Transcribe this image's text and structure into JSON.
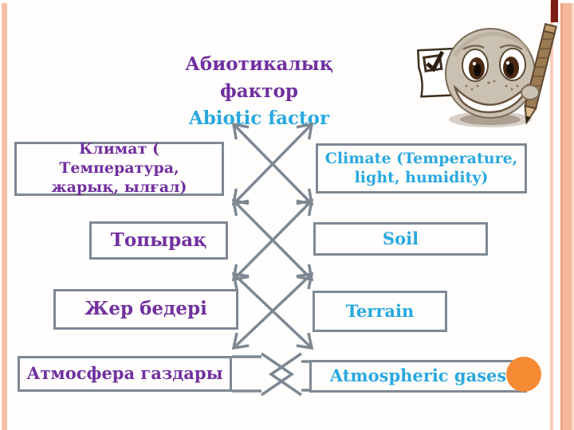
{
  "slide": {
    "title": {
      "line1_kk": "Абиотикалық",
      "line2_kk": "фактор",
      "line3_en": "Abiotic factor"
    },
    "rows": [
      {
        "id": "climate",
        "left": "Климат ( Температура,\nжарық, ылғал)",
        "right": "Climate (Temperature,\nlight, humidity)"
      },
      {
        "id": "soil",
        "left": "Топырақ",
        "right": "Soil"
      },
      {
        "id": "terrain",
        "left": "Жер бедері",
        "right": "Terrain"
      },
      {
        "id": "atmospheric-gases",
        "left": "Атмосфера газдары",
        "right": "Atmospheric gases"
      }
    ],
    "colors": {
      "kazakh_text": "#7030a0",
      "english_text": "#29a8df",
      "box_border": "#7e8893",
      "edge_stripe_peach": "#f7bfa5",
      "corner_maroon": "#7b1d12",
      "accent_dot_orange": "#f68b33"
    },
    "decorations": {
      "illustration": "smiley-face-holding-pencil-and-checked-paper",
      "connector_style": "crossed-double-arrows"
    }
  }
}
